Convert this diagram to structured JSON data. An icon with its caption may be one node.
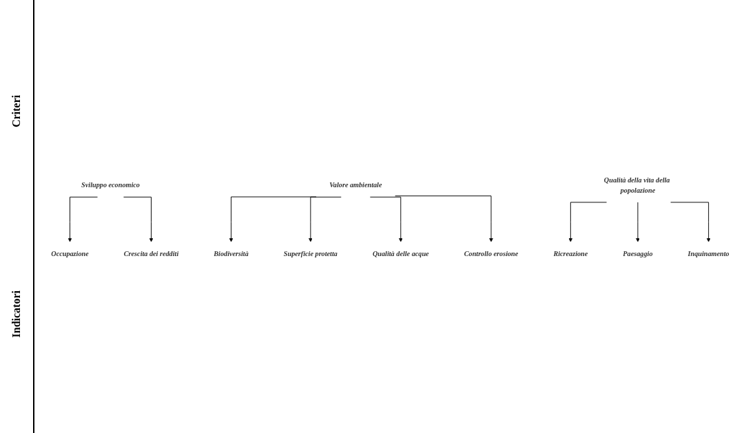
{
  "diagram": {
    "nodes": [
      {
        "text": [
          "Sviluppo economico"
        ]
      },
      {
        "text": [
          "Valore ambientale"
        ]
      },
      {
        "text": [
          "Qualità della vita della popolazione"
        ]
      },
      {
        "text": [
          "Occupazione"
        ]
      },
      {
        "text": [
          "Crescita dei redditi"
        ]
      },
      {
        "text": [
          "Ricreazione"
        ]
      },
      {
        "text": [
          "Paesaggio"
        ]
      },
      {
        "text": [
          "Inquinamento"
        ]
      },
      {
        "text": [
          "Biodiversità"
        ]
      },
      {
        "text": [
          "Superficie protetta"
        ]
      },
      {
        "text": [
          "Qualità delle acque"
        ]
      },
      {
        "text": [
          "Controllo erosione"
        ]
      }
    ],
    "edges": [
      {
        "from": 0,
        "to": 3,
        "arrow": "to"
      },
      {
        "from": 0,
        "to": 4,
        "arrow": "to"
      },
      {
        "from": 2,
        "to": 5,
        "arrow": "to"
      },
      {
        "from": 2,
        "to": 6,
        "arrow": "to"
      },
      {
        "from": 2,
        "to": 7,
        "arrow": "to"
      },
      {
        "from": 1,
        "to": 8,
        "arrow": "to"
      },
      {
        "from": 1,
        "to": 9,
        "arrow": "to"
      },
      {
        "from": 1,
        "to": 10,
        "arrow": "to"
      },
      {
        "from": 1,
        "to": 11,
        "arrow": "to"
      }
    ],
    "labels": [
      "Criteri",
      "Indicatori"
    ]
  }
}
